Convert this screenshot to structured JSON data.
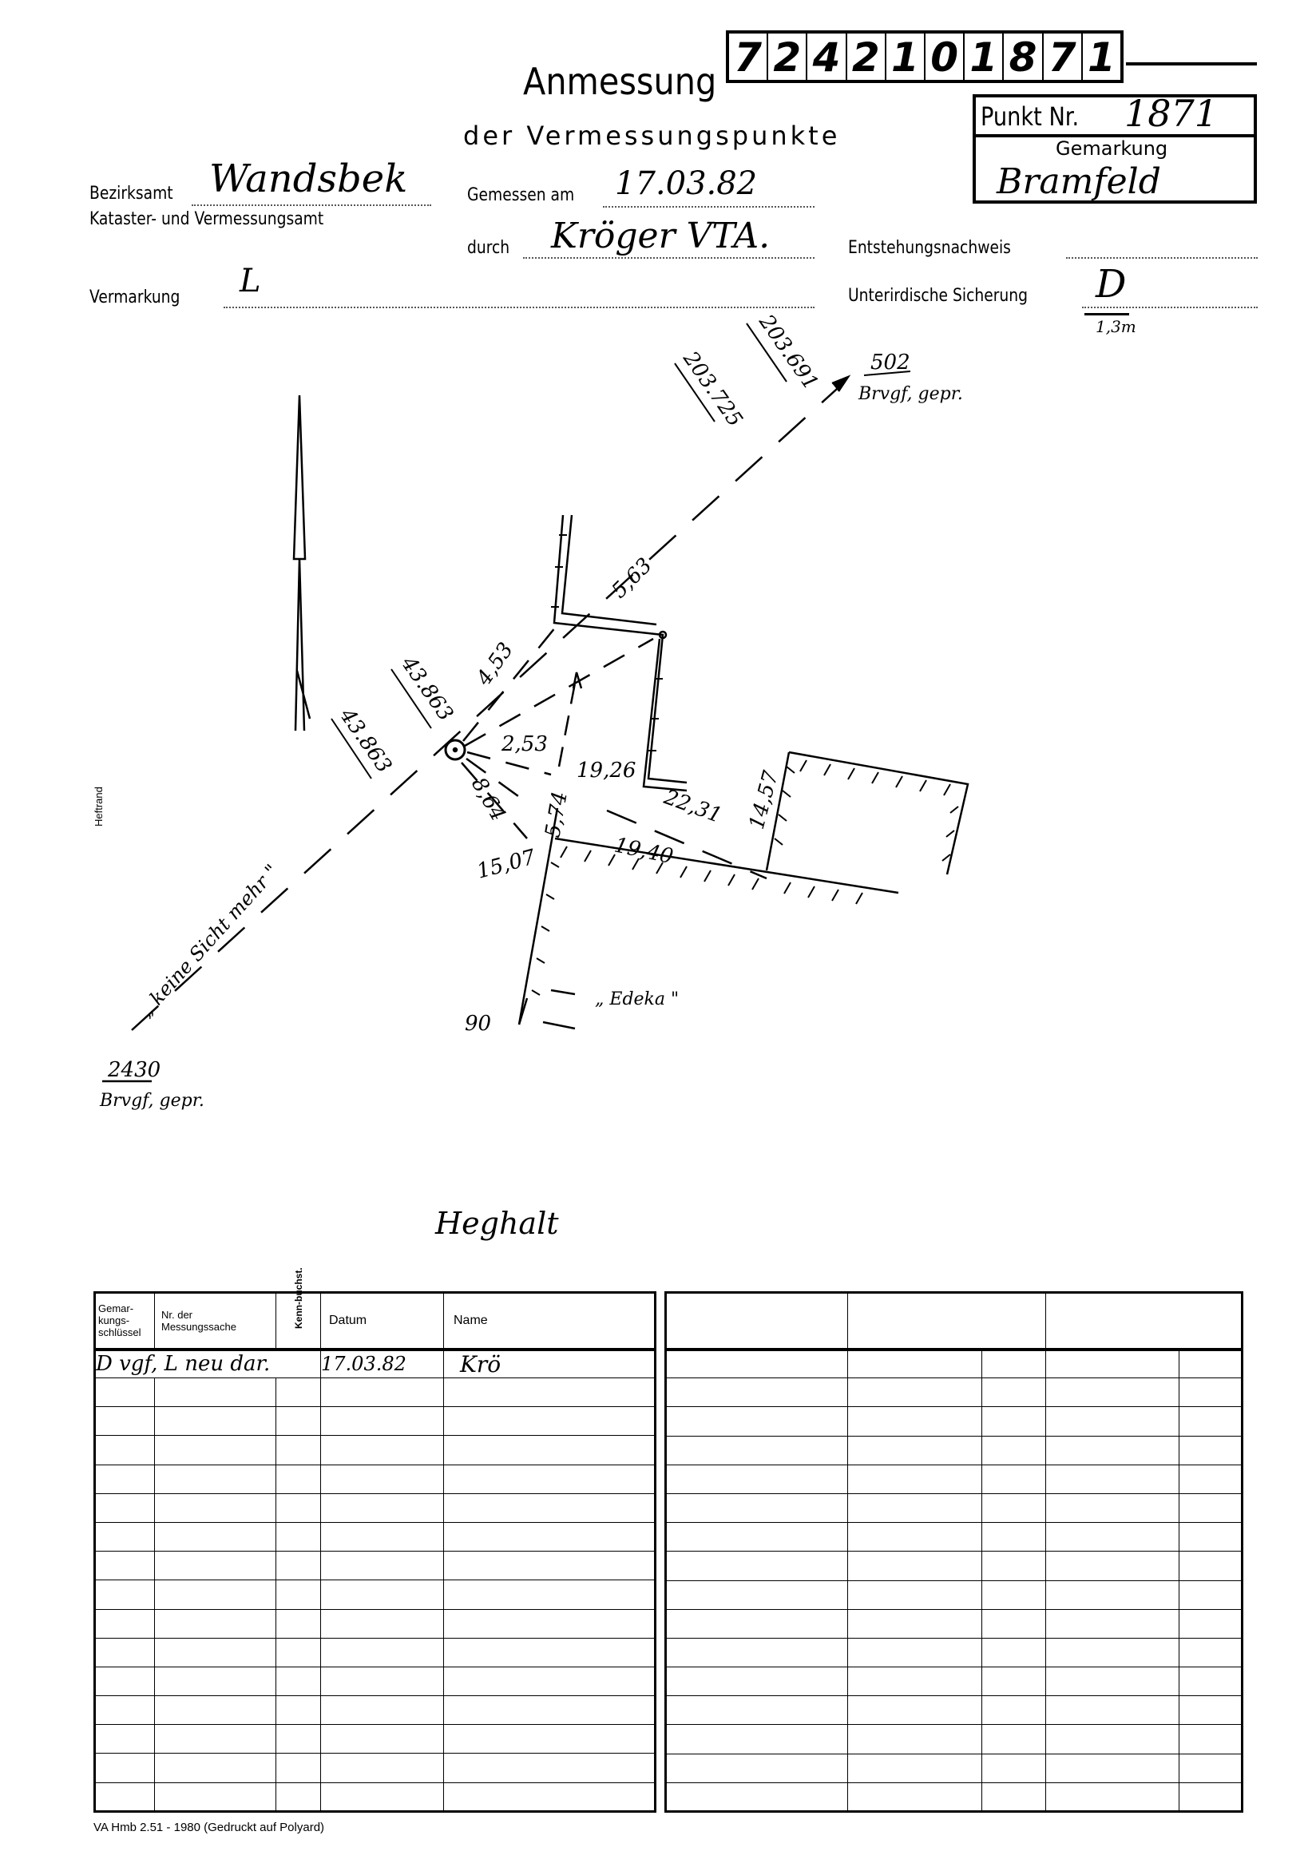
{
  "header": {
    "code_digits": [
      "7",
      "2",
      "4",
      "2",
      "1",
      "0",
      "1",
      "8",
      "7",
      "1"
    ],
    "title": "Anmessung",
    "subtitle": "der Vermessungspunkte",
    "punkt_label": "Punkt Nr.",
    "punkt_value": "1871",
    "gemarkung_label": "Gemarkung",
    "gemarkung_value": "Bramfeld"
  },
  "fields": {
    "bezirksamt_label": "Bezirksamt",
    "bezirksamt_value": "Wandsbek",
    "kataster_label": "Kataster- und Vermessungsamt",
    "gemessen_label": "Gemessen am",
    "gemessen_value": "17.03.82",
    "durch_label": "durch",
    "durch_value": "Kröger VTA.",
    "entstehung_label": "Entstehungsnachweis",
    "vermarkung_label": "Vermarkung",
    "vermarkung_value": "L",
    "sicherung_label": "Unterirdische Sicherung",
    "sicherung_value": "D",
    "sicherung_depth": "1,3m"
  },
  "sketch": {
    "ref_top_a": "203.691",
    "ref_top_b": "203.725",
    "pt_502": "502",
    "pt_502_note": "Brvgf, gepr.",
    "ref_left_a": "43.863",
    "ref_left_b": "43.863",
    "m_453": "4,53",
    "m_563": "5,63",
    "m_253": "2,53",
    "m_1926": "19,26",
    "m_864": "8,64",
    "m_574": "5,74",
    "m_2231": "22,31",
    "m_1940": "19,40",
    "m_1457": "14,57",
    "m_1507": "15,07",
    "m_90": "90",
    "edeka": "„ Edeka \"",
    "keine_sicht": "„ keine Sicht mehr \"",
    "pt_2430": "2430",
    "pt_2430_note": "Brvgf, gepr.",
    "street": "Heghalt",
    "margin_label": "Heftrand"
  },
  "table": {
    "headers": [
      "Gemar-kungs-schlüssel",
      "Nr. der Messungssache",
      "Kenn-buchst.",
      "Datum",
      "Name"
    ],
    "header_lines": [
      [
        "Gemar-",
        "kungs-",
        "schlüssel"
      ],
      [
        "Nr. der",
        "Messungssache"
      ]
    ],
    "first_row": [
      "D vgf, L neu dar.",
      "17.03.82",
      "Krö"
    ]
  },
  "footer": "VA Hmb 2.51 - 1980 (Gedruckt auf Polyard)"
}
